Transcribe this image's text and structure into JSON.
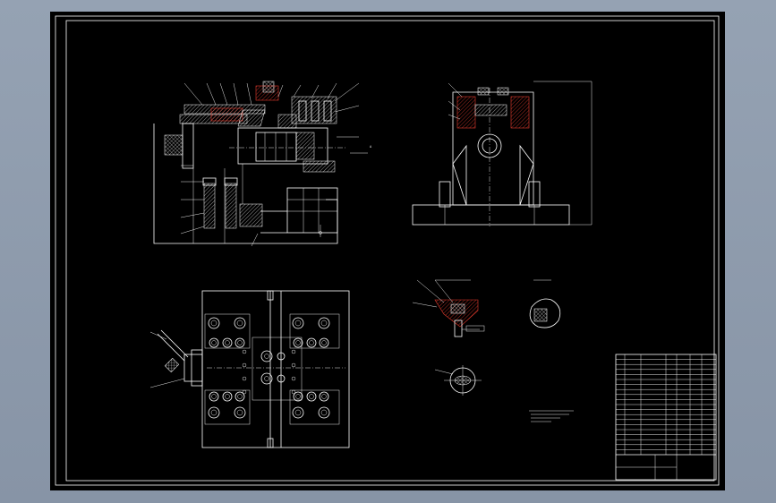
{
  "drawing": {
    "background": "#000000",
    "line_color": "#ffffff",
    "accent_color": "#e53b2d",
    "frame_color": "#ffffff",
    "views": [
      {
        "id": "front-section-view",
        "kind": "sectional elevation"
      },
      {
        "id": "side-view",
        "kind": "side elevation"
      },
      {
        "id": "plan-view",
        "kind": "top plan"
      },
      {
        "id": "detail-a-view",
        "kind": "partial section"
      },
      {
        "id": "detail-b-view",
        "kind": "section"
      },
      {
        "id": "detail-c-view",
        "kind": "circular detail"
      }
    ],
    "parts_list_rows": 20
  }
}
